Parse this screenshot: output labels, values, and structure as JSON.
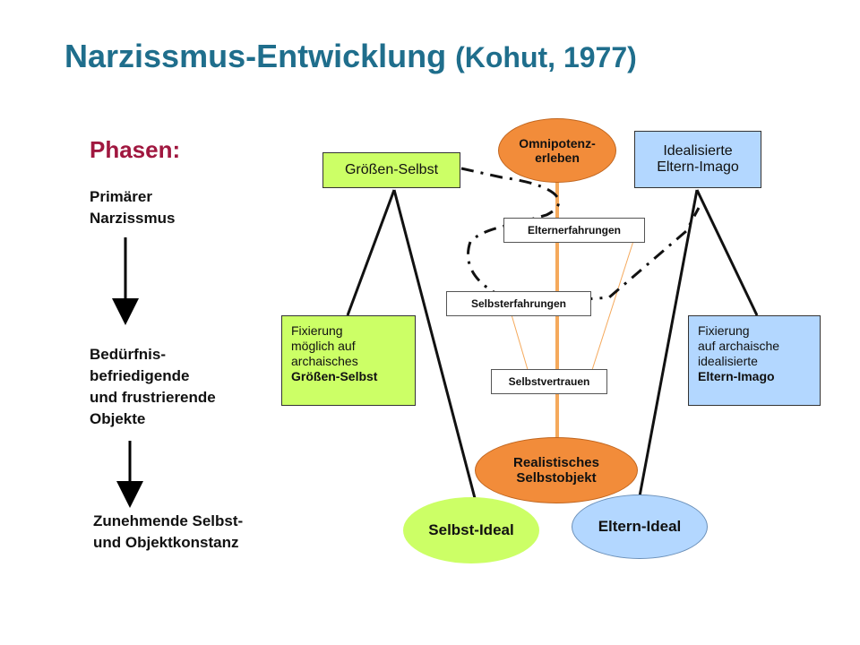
{
  "title": {
    "main": "Narzissmus-Entwicklung",
    "sub": "(Kohut, 1977)"
  },
  "phases": {
    "heading": "Phasen:",
    "p1": "Primärer\nNarzissmus",
    "p2": "Bedürfnis-\nbefriedigende\nund frustrierende\nObjekte",
    "p3": "Zunehmende Selbst-\nund Objektkonstanz"
  },
  "nodes": {
    "groessen_selbst": "Größen-Selbst",
    "omnipotenz": "Omnipotenz-\nerleben",
    "idealisierte": "Idealisierte\nEltern-Imago",
    "elternerfahrungen": "Elternerfahrungen",
    "selbsterfahrungen": "Selbsterfahrungen",
    "selbstvertrauen": "Selbstvertrauen",
    "realistisches": "Realistisches\nSelbstobjekt",
    "selbst_ideal": "Selbst-Ideal",
    "eltern_ideal": "Eltern-Ideal",
    "fix_left_lines": "Fixierung\nmöglich auf\narchaisches",
    "fix_left_bold": "Größen-Selbst",
    "fix_right_lines": "Fixierung\nauf archaische\nidealisierte",
    "fix_right_bold": "Eltern-Imago"
  },
  "colors": {
    "title": "#1f6e8c",
    "phasen": "#a0173f",
    "green": "#ccff66",
    "blue": "#b3d7ff",
    "orange": "#f28c3a"
  }
}
